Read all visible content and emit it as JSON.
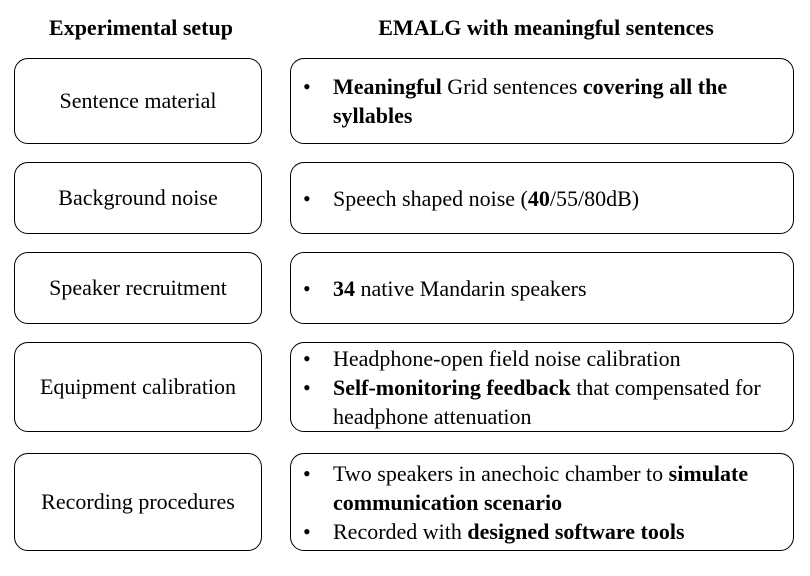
{
  "headers": {
    "left": "Experimental setup",
    "right": "EMALG with meaningful sentences"
  },
  "bullet_glyph": "•",
  "rows": [
    {
      "label": "Sentence material",
      "bullets": [
        [
          {
            "text": "Meaningful",
            "bold": true
          },
          {
            "text": " Grid sentences ",
            "bold": false
          },
          {
            "text": "covering all the syllables",
            "bold": true
          }
        ]
      ]
    },
    {
      "label": "Background noise",
      "bullets": [
        [
          {
            "text": "Speech shaped noise (",
            "bold": false
          },
          {
            "text": "40",
            "bold": true
          },
          {
            "text": "/55/80dB)",
            "bold": false
          }
        ]
      ]
    },
    {
      "label": "Speaker recruitment",
      "bullets": [
        [
          {
            "text": "34",
            "bold": true
          },
          {
            "text": " native Mandarin speakers",
            "bold": false
          }
        ]
      ]
    },
    {
      "label": "Equipment calibration",
      "bullets": [
        [
          {
            "text": "Headphone-open field noise calibration",
            "bold": false
          }
        ],
        [
          {
            "text": "Self-monitoring feedback",
            "bold": true
          },
          {
            "text": " that compensated for headphone attenuation",
            "bold": false
          }
        ]
      ]
    },
    {
      "label": "Recording procedures",
      "bullets": [
        [
          {
            "text": "Two speakers in anechoic chamber to ",
            "bold": false
          },
          {
            "text": "simulate communication scenario",
            "bold": true
          }
        ],
        [
          {
            "text": "Recorded with ",
            "bold": false
          },
          {
            "text": "designed software tools",
            "bold": true
          }
        ]
      ]
    }
  ]
}
